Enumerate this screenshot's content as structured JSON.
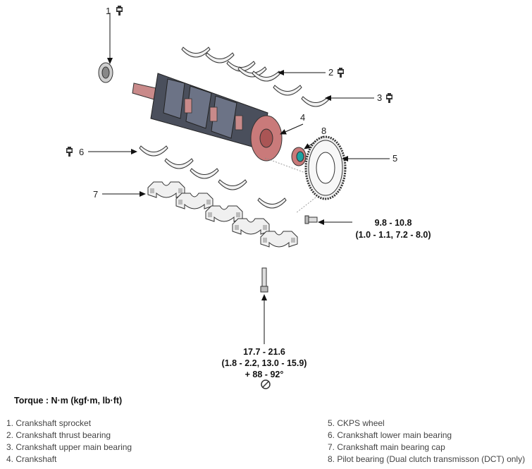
{
  "callouts": {
    "c1": "1",
    "c2": "2",
    "c3": "3",
    "c4": "4",
    "c5": "5",
    "c6": "6",
    "c7": "7",
    "c8": "8"
  },
  "specs": {
    "flywheel_bolt": {
      "line1": "9.8 - 10.8",
      "line2": "(1.0 - 1.1, 7.2 - 8.0)"
    },
    "main_cap_bolt": {
      "line1": "17.7 - 21.6",
      "line2": "(1.8 - 2.2, 13.0 - 15.9)",
      "line3": "+ 88 - 92°"
    }
  },
  "torque_title": "Torque : N·m (kgf·m, lb·ft)",
  "legend": {
    "left": [
      "1. Crankshaft sprocket",
      "2. Crankshaft thrust bearing",
      "3. Crankshaft upper main bearing",
      "4. Crankshaft"
    ],
    "right": [
      "5. CKPS wheel",
      "6. Crankshaft lower main bearing",
      "7. Crankshaft main bearing cap",
      "8. Pilot bearing (Dual clutch transmisson (DCT) only)"
    ]
  },
  "icons": [
    "replace-part-icon",
    "reuse-prohibited-icon",
    "sprocket",
    "crankshaft",
    "bearing-shell",
    "bearing-cap",
    "bolt",
    "ckps-wheel",
    "pilot-bearing"
  ]
}
